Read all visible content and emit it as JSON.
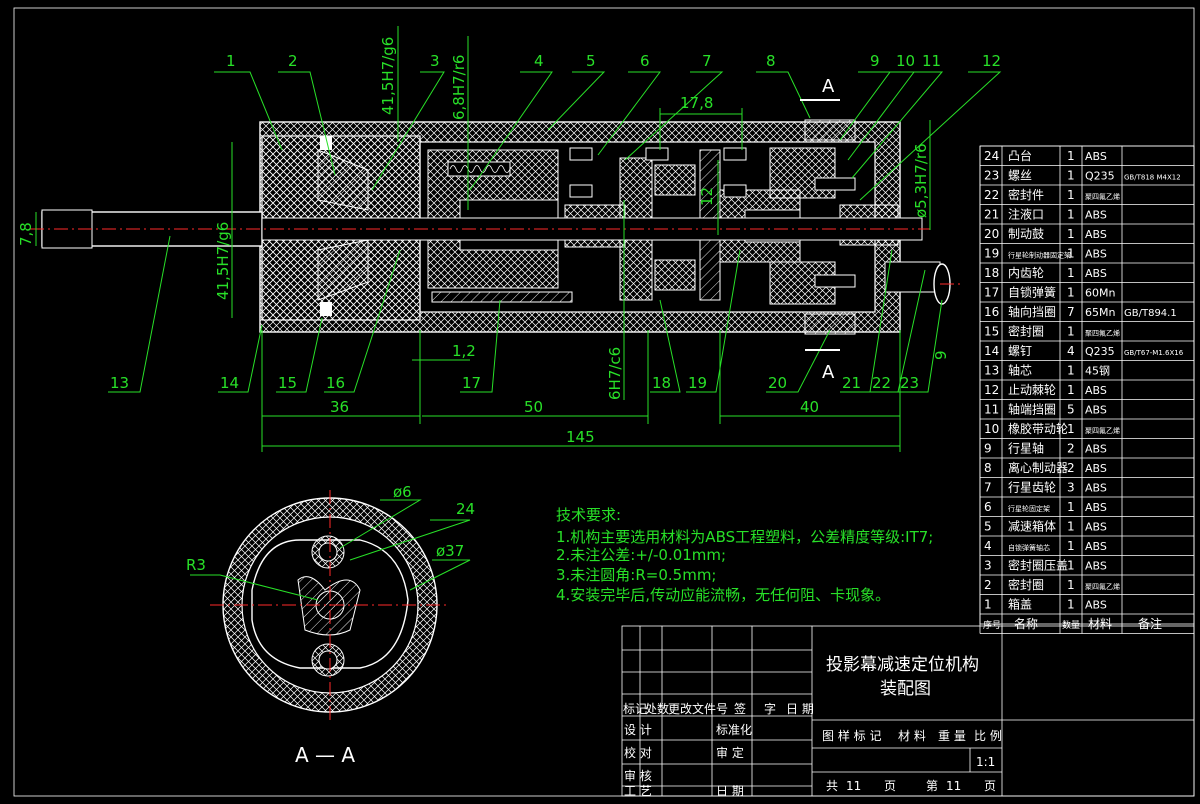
{
  "title_block": {
    "drawing_title_line1": "投影幕减速定位机构",
    "drawing_title_line2": "装配图",
    "scale": "1:1",
    "sheets_total_label": "共",
    "sheets_total": "11",
    "sheet_label": "第",
    "sheet_no": "11",
    "page_char": "页",
    "page_char2": "页",
    "stage_label": "图 样 标 记",
    "weight_label": "重 量",
    "scale_label": "比 例",
    "material_label": "材 料",
    "rev_marks": "标记",
    "rev_count": "处数",
    "rev_file": "更改文件号",
    "rev_sign": "签",
    "rev_char": "字",
    "rev_date": "日 期",
    "designer": "设 计",
    "checker": "校 对",
    "reviewer": "审 核",
    "process": "工 艺",
    "std_check": "标准化",
    "approve": "审 定",
    "date": "日 期"
  },
  "bom": {
    "header": {
      "no": "序号",
      "name": "名称",
      "qty": "数量",
      "material": "材料",
      "remark": "备注"
    },
    "rows": [
      {
        "no": "24",
        "name": "凸台",
        "qty": "1",
        "material": "ABS",
        "remark": ""
      },
      {
        "no": "23",
        "name": "螺丝",
        "qty": "1",
        "material": "Q235",
        "remark": "GB/T818 M4X12"
      },
      {
        "no": "22",
        "name": "密封件",
        "qty": "1",
        "material": "聚四氟乙烯",
        "remark": ""
      },
      {
        "no": "21",
        "name": "注液口",
        "qty": "1",
        "material": "ABS",
        "remark": ""
      },
      {
        "no": "20",
        "name": "制动鼓",
        "qty": "1",
        "material": "ABS",
        "remark": ""
      },
      {
        "no": "19",
        "name": "行星轮制动器固定架",
        "qty": "1",
        "material": "ABS",
        "remark": ""
      },
      {
        "no": "18",
        "name": "内齿轮",
        "qty": "1",
        "material": "ABS",
        "remark": ""
      },
      {
        "no": "17",
        "name": "自锁弹簧",
        "qty": "1",
        "material": "60Mn",
        "remark": ""
      },
      {
        "no": "16",
        "name": "轴向挡圈",
        "qty": "7",
        "material": "65Mn",
        "remark": "GB/T894.1"
      },
      {
        "no": "15",
        "name": "密封圈",
        "qty": "1",
        "material": "聚四氟乙烯",
        "remark": ""
      },
      {
        "no": "14",
        "name": "螺钉",
        "qty": "4",
        "material": "Q235",
        "remark": "GB/T67-M1.6X16"
      },
      {
        "no": "13",
        "name": "轴芯",
        "qty": "1",
        "material": "45钢",
        "remark": ""
      },
      {
        "no": "12",
        "name": "止动棘轮",
        "qty": "1",
        "material": "ABS",
        "remark": ""
      },
      {
        "no": "11",
        "name": "轴端挡圈",
        "qty": "5",
        "material": "ABS",
        "remark": ""
      },
      {
        "no": "10",
        "name": "橡胶带动轮",
        "qty": "1",
        "material": "聚四氟乙烯",
        "remark": ""
      },
      {
        "no": "9",
        "name": "行星轴",
        "qty": "2",
        "material": "ABS",
        "remark": ""
      },
      {
        "no": "8",
        "name": "离心制动器",
        "qty": "2",
        "material": "ABS",
        "remark": ""
      },
      {
        "no": "7",
        "name": "行星齿轮",
        "qty": "3",
        "material": "ABS",
        "remark": ""
      },
      {
        "no": "6",
        "name": "行星轮固定架",
        "qty": "1",
        "material": "ABS",
        "remark": ""
      },
      {
        "no": "5",
        "name": "减速箱体",
        "qty": "1",
        "material": "ABS",
        "remark": ""
      },
      {
        "no": "4",
        "name": "自锁弹簧轴芯",
        "qty": "1",
        "material": "ABS",
        "remark": ""
      },
      {
        "no": "3",
        "name": "密封圈压盖",
        "qty": "1",
        "material": "ABS",
        "remark": ""
      },
      {
        "no": "2",
        "name": "密封圈",
        "qty": "1",
        "material": "聚四氟乙烯",
        "remark": ""
      },
      {
        "no": "1",
        "name": "箱盖",
        "qty": "1",
        "material": "ABS",
        "remark": ""
      }
    ]
  },
  "tech_req": {
    "heading": "技术要求:",
    "items": [
      "1.机构主要选用材料为ABS工程塑料，公差精度等级:IT7;",
      "2.未注公差:+/-0.01mm;",
      "3.未注圆角:R=0.5mm;",
      "4.安装完毕后,传动应能流畅，无任何阻、卡现象。"
    ]
  },
  "dimensions": {
    "d36": "36",
    "d50": "50",
    "d40": "40",
    "d145": "145",
    "d17_8": "17,8",
    "d1_2": "1,2",
    "d12": "12",
    "d7_8": "7,8",
    "d9": "9",
    "fit1": "41,5H7/g6",
    "fit2": "41,5H7/g6",
    "fit3": "6,8H7/r6",
    "fit4": "6H7/c6",
    "fit5": "ø5,3H7/r6"
  },
  "balloons_top": [
    "1",
    "2",
    "3",
    "4",
    "5",
    "6",
    "7",
    "8",
    "9",
    "10",
    "11",
    "12"
  ],
  "balloons_bottom": [
    "13",
    "14",
    "15",
    "16",
    "17",
    "18",
    "19",
    "20",
    "21",
    "22",
    "23"
  ],
  "section": {
    "cut_label": "A",
    "cut_label_bottom": "A",
    "view_label": "A — A",
    "d6": "ø6",
    "d37": "ø37",
    "r3": "R3",
    "ref24": "24"
  }
}
